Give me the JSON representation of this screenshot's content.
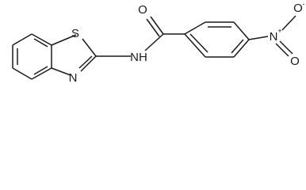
{
  "molecule": {
    "atom_labels": {
      "sulfur": "S",
      "ring_nitrogen": "N",
      "amide_nh": "NH",
      "carbonyl_oxygen": "O",
      "nitro_nitrogen": "N",
      "nitro_charge_plus": "+",
      "nitro_oxygen_top": "O",
      "nitro_charge_minus": "-",
      "nitro_oxygen_bottom": "O"
    }
  }
}
